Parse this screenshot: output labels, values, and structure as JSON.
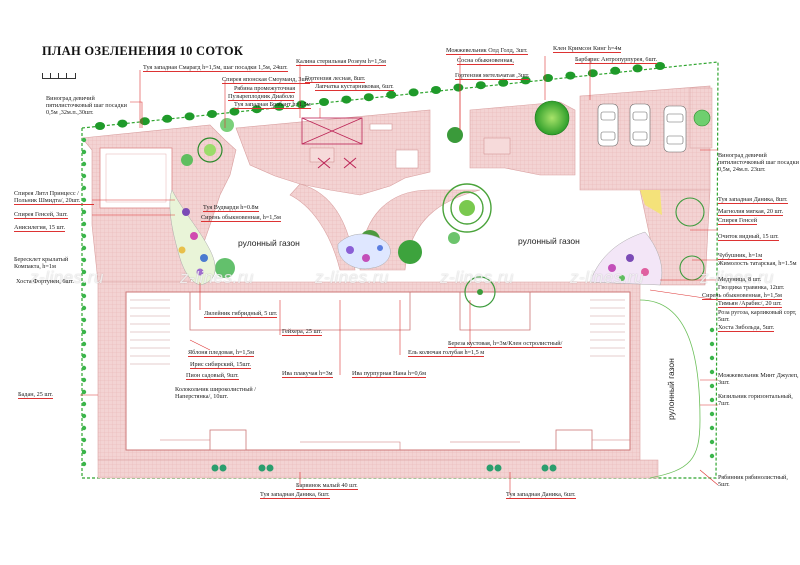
{
  "title": "ПЛАН ОЗЕЛЕНЕНИЯ 10 СОТОК",
  "lawn_labels": [
    "рулонный газон",
    "рулонный газон",
    "рулонный газон"
  ],
  "watermark": "z-lines.ru",
  "labels": {
    "l01": "Туя западная Смарагд h=1,5м, шаг посадки 1,5м, 24шт.",
    "l02": "Калина стерильная Розеум h=1,5м",
    "l03": "Спирея японская Смоуманд, 3шт.",
    "l04": "Рябина промежуточная",
    "l05": "Пузыреплодник Диаболо",
    "l06": "Туя западная Брабант h=1,5м",
    "l07": "Гортензия лесная, 8шт.",
    "l08": "Лапчатка кустарниковая, 6шт.",
    "l09": "Можжевельник Олд Голд, 3шт.",
    "l10": "Сосна обыкновенная,",
    "l11": "Гортензия метельчатая ,3шт.",
    "l12": "Клен Кримсон Кинг h=4м",
    "l13": "Барбарис Антропурпурея, 6шт.",
    "l14": "Виноград девичий пятилисточковый шаг посадки 0,5м ,32м.п.,30шт.",
    "l15": "Виноград девичий пятилисточковый шаг посадки 0,5м, 24м.п. 23шт.",
    "l16": "Спирея Литл Принцесс /Польник Шмидта/, 20шт.",
    "l17": "Туя Вудварди h=0.8м",
    "l18": "Сирень обыкновенная, h=1,5м",
    "l19": "Спирея Генсей, 3шт.",
    "l20": "Анисилегия, 15 шт.",
    "l21": "Бересклет крылатый Компакта, h=1м",
    "l22": "Туя западная Даника, 8шт.",
    "l23": "Магнолия мягкая, 20 шт.",
    "l24": "Спирея Генсей",
    "l25": "Очиток видный, 15 шт.",
    "l26": "Чубушник, h=1м",
    "l27": "Жимолость татарская, h=1.5м",
    "l28": "Медуница, 8 шт.",
    "l29": "Гвоздика травянка, 12шт.",
    "l30": "Сирень обыкновенная, h=1,5м",
    "l31": "Тимьян /Арабис/, 20 шт.",
    "l32": "Роза ругоза, карликовый сорт, 5шт.",
    "l33": "Хоста Зибольда, 5шт.",
    "l34": "Лилейник гибридный, 5 шт.",
    "l35": "Гейхера, 25 шт.",
    "l36": "Яблоня пледовая, h=1,5м",
    "l37": "Ирис сибирский, 15шт.",
    "l38": "Пион садовый, 9шт.",
    "l39": "Колокольчик широколистный /Наперстянка/, 10шт.",
    "l40": "Ива плакучая h=3м",
    "l41": "Ива пурпурная Нана h=0,6м",
    "l42": "Ель колючая голубая h=1,5 м",
    "l43": "Береза кустовая, h=3м/Клен остролистный/",
    "l44": "Бадан, 25 шт.",
    "l45": "Можжевельник Минт Джулеп, 3шт.",
    "l46": "Кизильник горизонтальный, 7шт.",
    "l47": "Рябинник рябинолистный, 5шт.",
    "l48": "Барвинок малый 40 шт.",
    "l49": "Туя западная Даника, 6шт.",
    "l50": "Туя западная Даника, 6шт.",
    "l51": "Хоста Фортунеи, 6шт."
  }
}
